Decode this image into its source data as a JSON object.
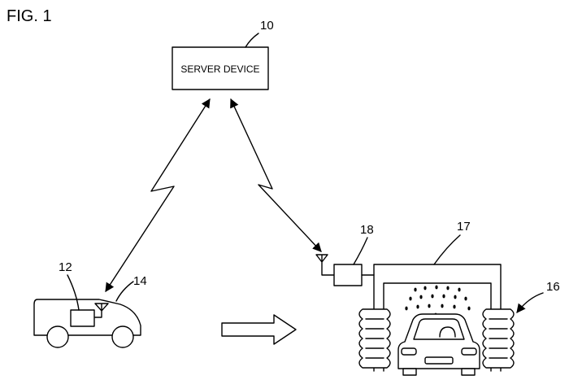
{
  "figure": {
    "title": "FIG. 1"
  },
  "server": {
    "label": "SERVER DEVICE",
    "ref": "10"
  },
  "refs": {
    "vehicle_unit": "12",
    "vehicle": "14",
    "car_wash": "16",
    "wash_machine": "17",
    "wash_controller": "18"
  }
}
